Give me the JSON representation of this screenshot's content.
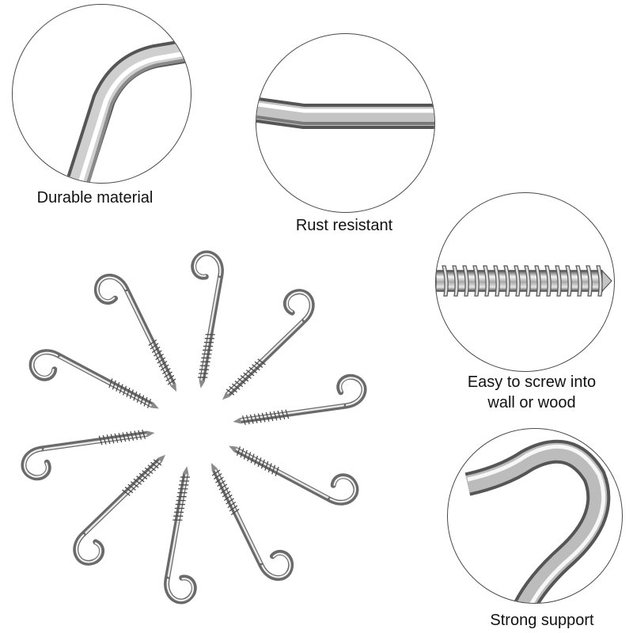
{
  "features": [
    {
      "caption": "Durable material",
      "icon": "bent-wire-closeup-icon"
    },
    {
      "caption": "Rust resistant",
      "icon": "straight-rod-closeup-icon"
    },
    {
      "caption_lines": [
        "Easy to screw into",
        "wall or wood"
      ],
      "icon": "screw-thread-closeup-icon"
    },
    {
      "caption": "Strong support",
      "icon": "hook-curve-closeup-icon"
    }
  ],
  "product": {
    "name": "screw-in cup hooks",
    "count": 10,
    "finish": "silver stainless steel"
  },
  "colors": {
    "metal_light": "#f2f2f2",
    "metal_mid": "#b8b8b8",
    "metal_dark": "#5e5e5e",
    "outline": "#4a4a4a"
  }
}
